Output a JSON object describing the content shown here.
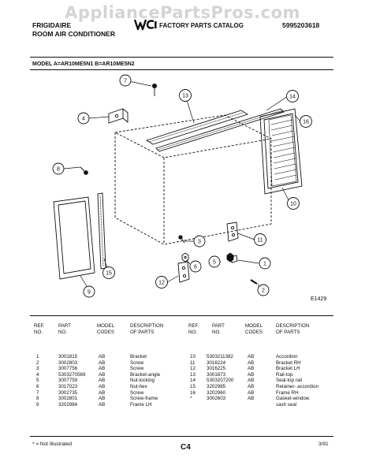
{
  "watermark": "AppliancePartsPros.com",
  "header": {
    "brand": "FRIGIDAIRE",
    "product": "ROOM AIR CONDITIONER",
    "catalog": "FACTORY PARTS CATALOG",
    "catalog_no": "5995203618"
  },
  "model_line": "MODEL A=AR10ME5N1 B=AR10ME5N2",
  "figure_code": "E1429",
  "callouts": [
    "1",
    "2",
    "3",
    "4",
    "5",
    "6",
    "7",
    "8",
    "9",
    "10",
    "11",
    "12",
    "13",
    "14",
    "15",
    "16"
  ],
  "table_headers": {
    "ref": [
      "REF.",
      "NO."
    ],
    "part": [
      "PART",
      "NO."
    ],
    "model": [
      "MODEL",
      "CODES"
    ],
    "desc": [
      "DESCRIPTION",
      "OF PARTS"
    ]
  },
  "parts_left": [
    {
      "ref": "1",
      "part": "3001815",
      "model": "AB",
      "desc": "Bracket"
    },
    {
      "ref": "2",
      "part": "3002803",
      "model": "AB",
      "desc": "Screw"
    },
    {
      "ref": "3",
      "part": "3007756",
      "model": "AB",
      "desc": "Screw"
    },
    {
      "ref": "4",
      "part": "5303270569",
      "model": "AB",
      "desc": "Bracket-angle"
    },
    {
      "ref": "5",
      "part": "3007759",
      "model": "AB",
      "desc": "Nut-locking"
    },
    {
      "ref": "6",
      "part": "3017023",
      "model": "AB",
      "desc": "Nut-hex"
    },
    {
      "ref": "7",
      "part": "3002735",
      "model": "AB",
      "desc": "Screw"
    },
    {
      "ref": "8",
      "part": "3002801",
      "model": "AB",
      "desc": "Screw-frame"
    },
    {
      "ref": "9",
      "part": "3202984",
      "model": "AB",
      "desc": "Frame LH"
    }
  ],
  "parts_right": [
    {
      "ref": "10",
      "part": "5303211382",
      "model": "AB",
      "desc": "Accordion"
    },
    {
      "ref": "11",
      "part": "3016224",
      "model": "AB",
      "desc": "Bracket RH"
    },
    {
      "ref": "12",
      "part": "3016225",
      "model": "AB",
      "desc": "Bracket LH"
    },
    {
      "ref": "13",
      "part": "3001873",
      "model": "AB",
      "desc": "Rail-top"
    },
    {
      "ref": "14",
      "part": "5303207200",
      "model": "AB",
      "desc": "Seal-top rail"
    },
    {
      "ref": "15",
      "part": "3202985",
      "model": "AB",
      "desc": "Retainer- accordion"
    },
    {
      "ref": "16",
      "part": "3202960",
      "model": "AB",
      "desc": "Frame RH"
    },
    {
      "ref": "*",
      "part": "3002603",
      "model": "AB",
      "desc": "Gasket-window"
    },
    {
      "ref": "",
      "part": "",
      "model": "",
      "desc": "sash seal"
    }
  ],
  "footnote": "* = Not Illustrated",
  "page_code": "C4",
  "date": "3/91"
}
